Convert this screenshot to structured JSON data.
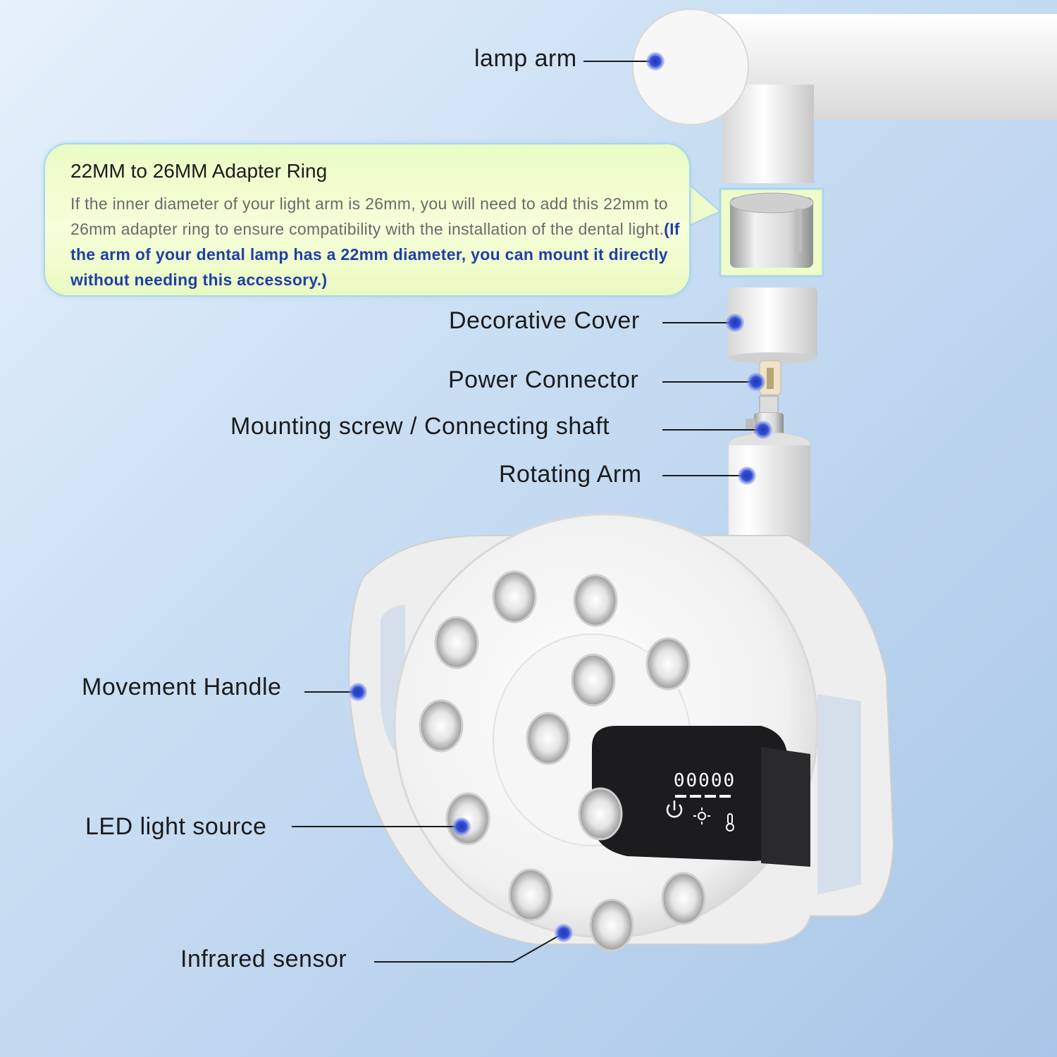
{
  "colors": {
    "accent_dot": "#2d47c9",
    "callout_fill": "#eefcca",
    "callout_border": "#a9d6ea",
    "note_text": "#1f3fa8"
  },
  "labels": {
    "lamp_arm": "lamp arm",
    "decorative_cover": "Decorative Cover",
    "power_connector": "Power Connector",
    "mounting_screw": "Mounting screw / Connecting shaft",
    "rotating_arm": "Rotating Arm",
    "movement_handle": "Movement Handle",
    "led_light_source": "LED light source",
    "infrared_sensor": "Infrared sensor"
  },
  "callout": {
    "title": "22MM to 26MM Adapter Ring",
    "body": "If the inner diameter of your light arm is 26mm, you will need to add  this 22mm to 26mm adapter ring to ensure compatibility with the installation of the dental light.",
    "note": "(If the arm of your dental lamp has a 22mm diameter, you can mount it directly without needing this accessory.)"
  },
  "display": {
    "readout": "00000",
    "icons": [
      "power-icon",
      "brightness-icon",
      "temperature-icon"
    ]
  }
}
